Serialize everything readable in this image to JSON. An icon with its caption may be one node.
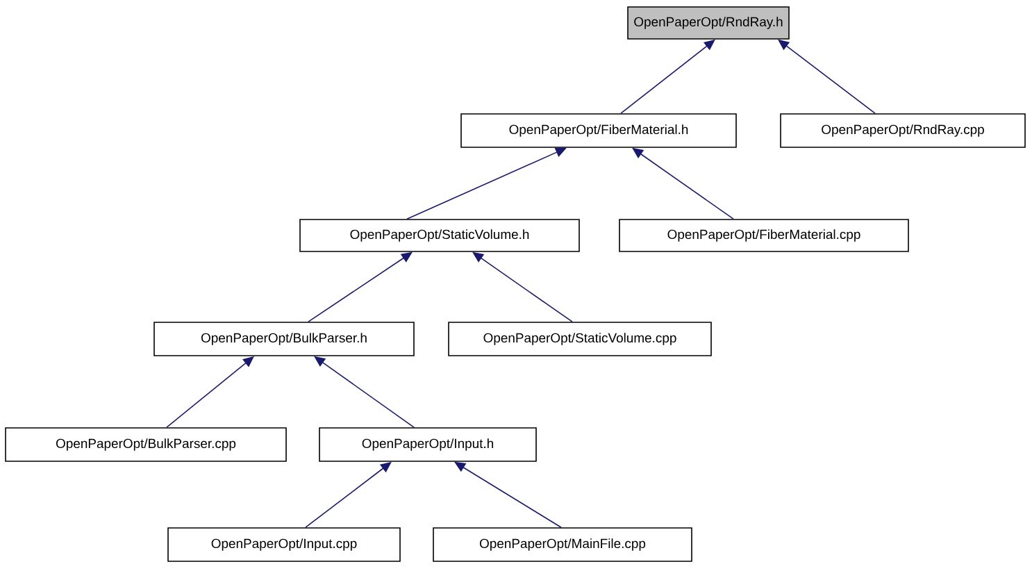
{
  "diagram": {
    "nodes": [
      {
        "text": [
          "OpenPaperOpt/RndRay.h"
        ]
      },
      {
        "text": [
          "OpenPaperOpt/FiberMaterial.h"
        ]
      },
      {
        "text": [
          "OpenPaperOpt/RndRay.cpp"
        ]
      },
      {
        "text": [
          "OpenPaperOpt/StaticVolume.h"
        ]
      },
      {
        "text": [
          "OpenPaperOpt/FiberMaterial.cpp"
        ]
      },
      {
        "text": [
          "OpenPaperOpt/BulkParser.h"
        ]
      },
      {
        "text": [
          "OpenPaperOpt/StaticVolume.cpp"
        ]
      },
      {
        "text": [
          "OpenPaperOpt/BulkParser.cpp"
        ]
      },
      {
        "text": [
          "OpenPaperOpt/Input.h"
        ]
      },
      {
        "text": [
          "OpenPaperOpt/Input.cpp"
        ]
      },
      {
        "text": [
          "OpenPaperOpt/MainFile.cpp"
        ]
      }
    ],
    "edges": [
      {
        "from": 1,
        "to": 0,
        "arrow": "to"
      },
      {
        "from": 2,
        "to": 0,
        "arrow": "to"
      },
      {
        "from": 3,
        "to": 1,
        "arrow": "to"
      },
      {
        "from": 4,
        "to": 1,
        "arrow": "to"
      },
      {
        "from": 5,
        "to": 3,
        "arrow": "to"
      },
      {
        "from": 6,
        "to": 3,
        "arrow": "to"
      },
      {
        "from": 7,
        "to": 5,
        "arrow": "to"
      },
      {
        "from": 8,
        "to": 5,
        "arrow": "to"
      },
      {
        "from": 9,
        "to": 8,
        "arrow": "to"
      },
      {
        "from": 10,
        "to": 8,
        "arrow": "to"
      }
    ]
  }
}
